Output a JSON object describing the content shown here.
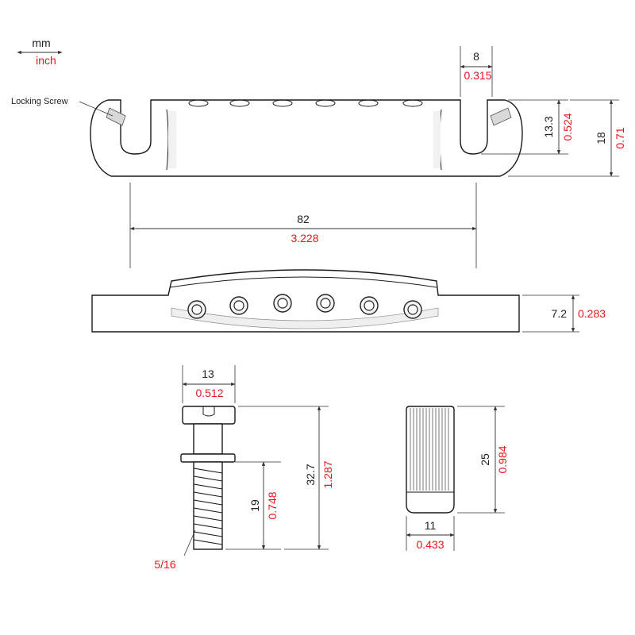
{
  "legend": {
    "unit_mm": "mm",
    "unit_inch": "inch"
  },
  "labels": {
    "locking_screw": "Locking Screw",
    "thread": "5/16"
  },
  "colors": {
    "mm_text": "#222222",
    "inch_text": "#e8141c",
    "lines": "#1a1a1a",
    "background": "#ffffff"
  },
  "top_view": {
    "width": {
      "mm": "82",
      "inch": "3.228"
    },
    "slot_width": {
      "mm": "8",
      "inch": "0.315"
    },
    "slot_depth": {
      "mm": "13.3",
      "inch": "0.524"
    },
    "height": {
      "mm": "18",
      "inch": "0.71"
    }
  },
  "side_view": {
    "thickness": {
      "mm": "7.2",
      "inch": "0.283"
    }
  },
  "stud": {
    "head_width": {
      "mm": "13",
      "inch": "0.512"
    },
    "total_length": {
      "mm": "32.7",
      "inch": "1.287"
    },
    "thread_length": {
      "mm": "19",
      "inch": "0.748"
    }
  },
  "anchor": {
    "length": {
      "mm": "25",
      "inch": "0.984"
    },
    "diameter": {
      "mm": "11",
      "inch": "0.433"
    }
  }
}
